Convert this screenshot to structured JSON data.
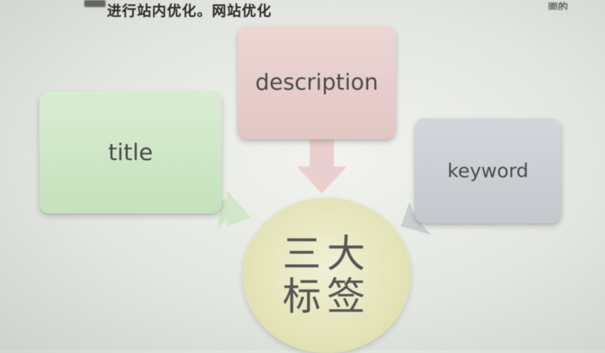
{
  "header": {
    "main_text": "进行站内优化。网站优化",
    "right_fragment": "面的"
  },
  "boxes": {
    "title": {
      "label": "title",
      "color": "#cfe7c6"
    },
    "description": {
      "label": "description",
      "color": "#e8cfcd"
    },
    "keyword": {
      "label": "keyword",
      "color": "#cbcfd4"
    }
  },
  "center": {
    "line1": "三大",
    "line2": "标签",
    "color": "#e8e8c2"
  }
}
